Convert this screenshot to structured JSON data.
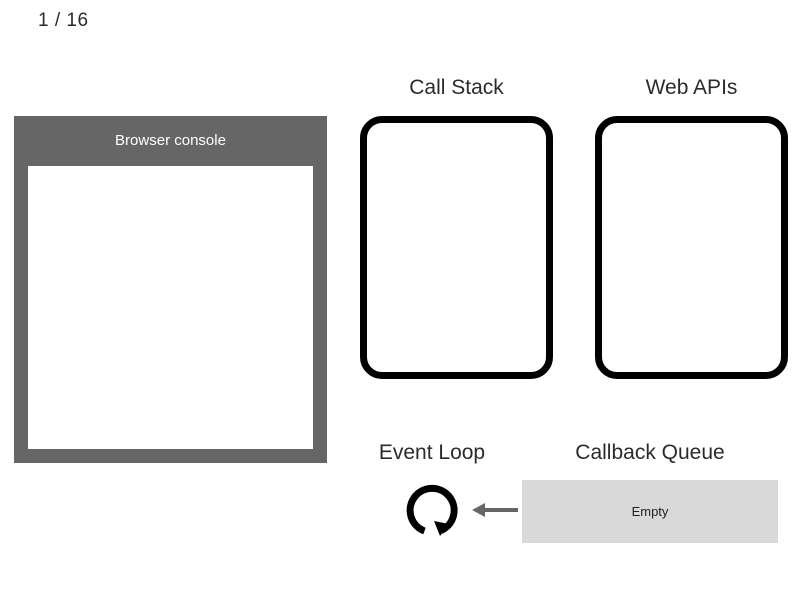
{
  "slide": {
    "counter": "1 / 16"
  },
  "console_panel": {
    "title": "Browser console",
    "frame_color": "#666666",
    "screen_color": "#ffffff",
    "log_lines": []
  },
  "call_stack": {
    "title": "Call Stack",
    "border_color": "#000000",
    "frames": []
  },
  "web_apis": {
    "title": "Web APIs",
    "border_color": "#000000",
    "entries": []
  },
  "event_loop": {
    "title": "Event Loop",
    "icon": "circular-arrow-icon",
    "arrow_icon": "arrow-left-icon",
    "arrow_color": "#666666"
  },
  "callback_queue": {
    "title": "Callback Queue",
    "status": "Empty",
    "box_color": "#d9d9d9"
  },
  "theme": {
    "background": "#ffffff",
    "text_color": "#2b2b2b",
    "gray": "#666666",
    "light_gray": "#d9d9d9"
  }
}
